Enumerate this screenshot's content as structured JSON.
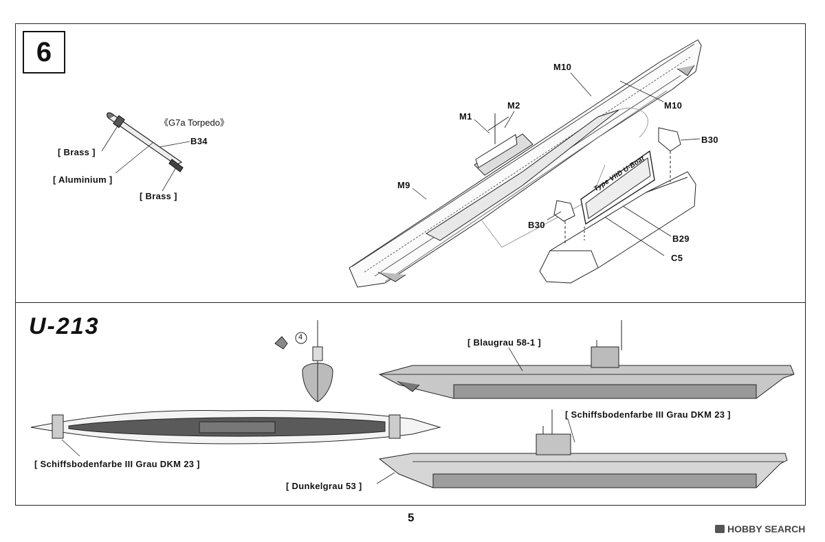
{
  "step": {
    "number": "6"
  },
  "torpedo": {
    "caption": "《G7a Torpedo》",
    "part": "B34",
    "materials": [
      "[ Brass ]",
      "[ Aluminium ]",
      "[ Brass ]"
    ]
  },
  "assembly": {
    "parts": {
      "m10_top": "M10",
      "m10_right": "M10",
      "m1": "M1",
      "m2": "M2",
      "m9": "M9",
      "b30_right": "B30",
      "b30_left": "B30",
      "b29": "B29",
      "c5": "C5"
    },
    "nameplate_text": "Type VIID U-Boat"
  },
  "paint": {
    "title": "U-213",
    "callout_marker": "4",
    "colors": {
      "blaugrau": "[ Blaugrau 58-1 ]",
      "schiffs_right": "[ Schiffsbodenfarbe III Grau DKM 23 ]",
      "schiffs_left": "[ Schiffsbodenfarbe III Grau DKM 23 ]",
      "dunkelgrau": "[ Dunkelgrau 53 ]"
    }
  },
  "page": {
    "number": "5"
  },
  "watermark": {
    "text": "HOBBY SEARCH"
  }
}
